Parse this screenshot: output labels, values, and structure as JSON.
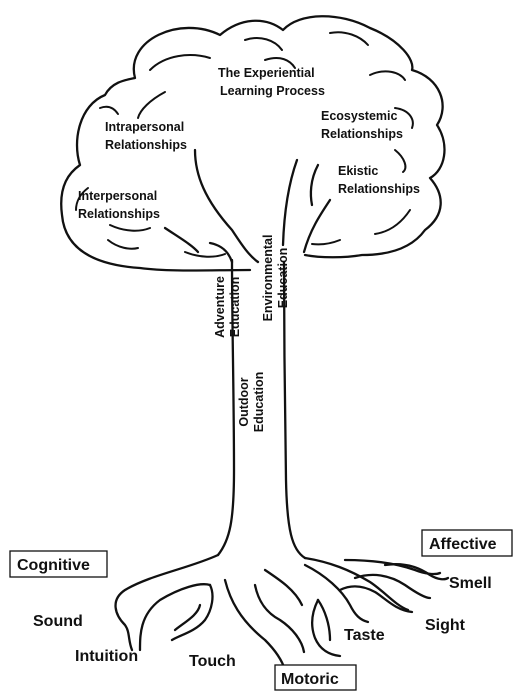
{
  "crown": {
    "experiential_line1": "The Experiential",
    "experiential_line2": "Learning Process",
    "intrapersonal_line1": "Intrapersonal",
    "intrapersonal_line2": "Relationships",
    "interpersonal_line1": "Interpersonal",
    "interpersonal_line2": "Relationships",
    "ecosystemic_line1": "Ecosystemic",
    "ecosystemic_line2": "Relationships",
    "ekistic_line1": "Ekistic",
    "ekistic_line2": "Relationships"
  },
  "trunk": {
    "adventure_line1": "Adventure",
    "adventure_line2": "Education",
    "environmental_line1": "Environmental",
    "environmental_line2": "Education",
    "outdoor_line1": "Outdoor",
    "outdoor_line2": "Education"
  },
  "domains": {
    "cognitive": "Cognitive",
    "affective": "Affective",
    "motoric": "Motoric"
  },
  "senses": {
    "sound": "Sound",
    "intuition": "Intuition",
    "touch": "Touch",
    "taste": "Taste",
    "sight": "Sight",
    "smell": "Smell"
  }
}
